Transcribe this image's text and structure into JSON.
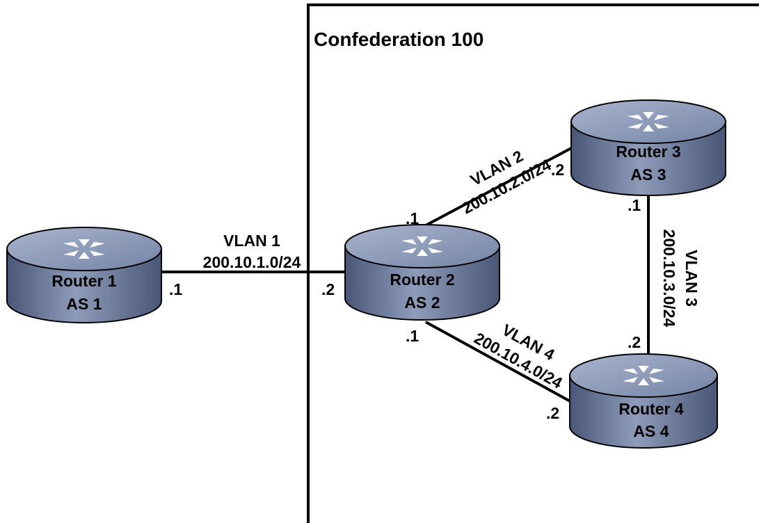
{
  "confederation": {
    "title": "Confederation 100"
  },
  "routers": [
    {
      "id": "r1",
      "name": "Router 1",
      "as": "AS 1"
    },
    {
      "id": "r2",
      "name": "Router 2",
      "as": "AS 2"
    },
    {
      "id": "r3",
      "name": "Router 3",
      "as": "AS 3"
    },
    {
      "id": "r4",
      "name": "Router 4",
      "as": "AS 4"
    }
  ],
  "links": [
    {
      "id": "vlan1",
      "vlan": "VLAN 1",
      "subnet": "200.10.1.0/24",
      "end_a": ".1",
      "end_b": ".2"
    },
    {
      "id": "vlan2",
      "vlan": "VLAN 2",
      "subnet": "200.10.2.0/24",
      "end_a": ".1",
      "end_b": ".2"
    },
    {
      "id": "vlan3",
      "vlan": "VLAN 3",
      "subnet": "200.10.3.0/24",
      "end_a": ".1",
      "end_b": ".2"
    },
    {
      "id": "vlan4",
      "vlan": "VLAN 4",
      "subnet": "200.10.4.0/24",
      "end_a": ".1",
      "end_b": ".2"
    }
  ],
  "colors": {
    "router_body": "#6f7fa0",
    "router_top": "#8f9cba",
    "router_icon": "#ffffff",
    "line": "#000000"
  }
}
